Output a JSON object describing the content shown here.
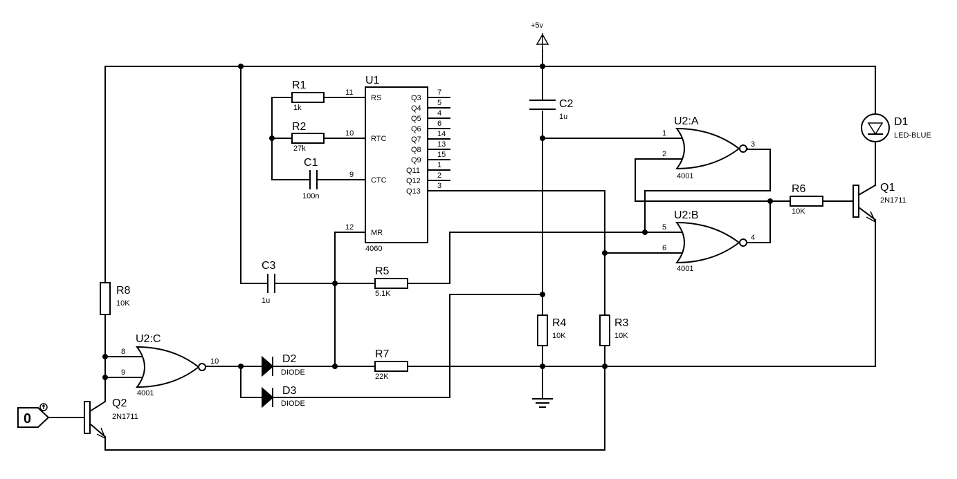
{
  "power": {
    "vcc_label": "+5v"
  },
  "u1": {
    "ref": "U1",
    "part": "4060",
    "left_pins": [
      {
        "num": "11",
        "name": "RS"
      },
      {
        "num": "10",
        "name": "RTC"
      },
      {
        "num": "9",
        "name": "CTC"
      },
      {
        "num": "12",
        "name": "MR"
      }
    ],
    "right_pins": [
      {
        "num": "7",
        "name": "Q3"
      },
      {
        "num": "5",
        "name": "Q4"
      },
      {
        "num": "4",
        "name": "Q5"
      },
      {
        "num": "6",
        "name": "Q6"
      },
      {
        "num": "14",
        "name": "Q7"
      },
      {
        "num": "13",
        "name": "Q8"
      },
      {
        "num": "15",
        "name": "Q9"
      },
      {
        "num": "1",
        "name": "Q11"
      },
      {
        "num": "2",
        "name": "Q12"
      },
      {
        "num": "3",
        "name": "Q13"
      }
    ]
  },
  "gates": {
    "a": {
      "ref": "U2:A",
      "part": "4001",
      "in1": "1",
      "in2": "2",
      "out": "3"
    },
    "b": {
      "ref": "U2:B",
      "part": "4001",
      "in1": "5",
      "in2": "6",
      "out": "4"
    },
    "c": {
      "ref": "U2:C",
      "part": "4001",
      "in1": "8",
      "in2": "9",
      "out": "10"
    }
  },
  "resistors": {
    "r1": {
      "ref": "R1",
      "value": "1k"
    },
    "r2": {
      "ref": "R2",
      "value": "27k"
    },
    "r3": {
      "ref": "R3",
      "value": "10K"
    },
    "r4": {
      "ref": "R4",
      "value": "10K"
    },
    "r5": {
      "ref": "R5",
      "value": "5.1K"
    },
    "r6": {
      "ref": "R6",
      "value": "10K"
    },
    "r7": {
      "ref": "R7",
      "value": "22K"
    },
    "r8": {
      "ref": "R8",
      "value": "10K"
    }
  },
  "capacitors": {
    "c1": {
      "ref": "C1",
      "value": "100n"
    },
    "c2": {
      "ref": "C2",
      "value": "1u"
    },
    "c3": {
      "ref": "C3",
      "value": "1u"
    }
  },
  "diodes": {
    "d1": {
      "ref": "D1",
      "value": "LED-BLUE"
    },
    "d2": {
      "ref": "D2",
      "value": "DIODE"
    },
    "d3": {
      "ref": "D3",
      "value": "DIODE"
    }
  },
  "transistors": {
    "q1": {
      "ref": "Q1",
      "value": "2N1711"
    },
    "q2": {
      "ref": "Q2",
      "value": "2N1711"
    }
  },
  "logic_input": {
    "state": "0"
  }
}
